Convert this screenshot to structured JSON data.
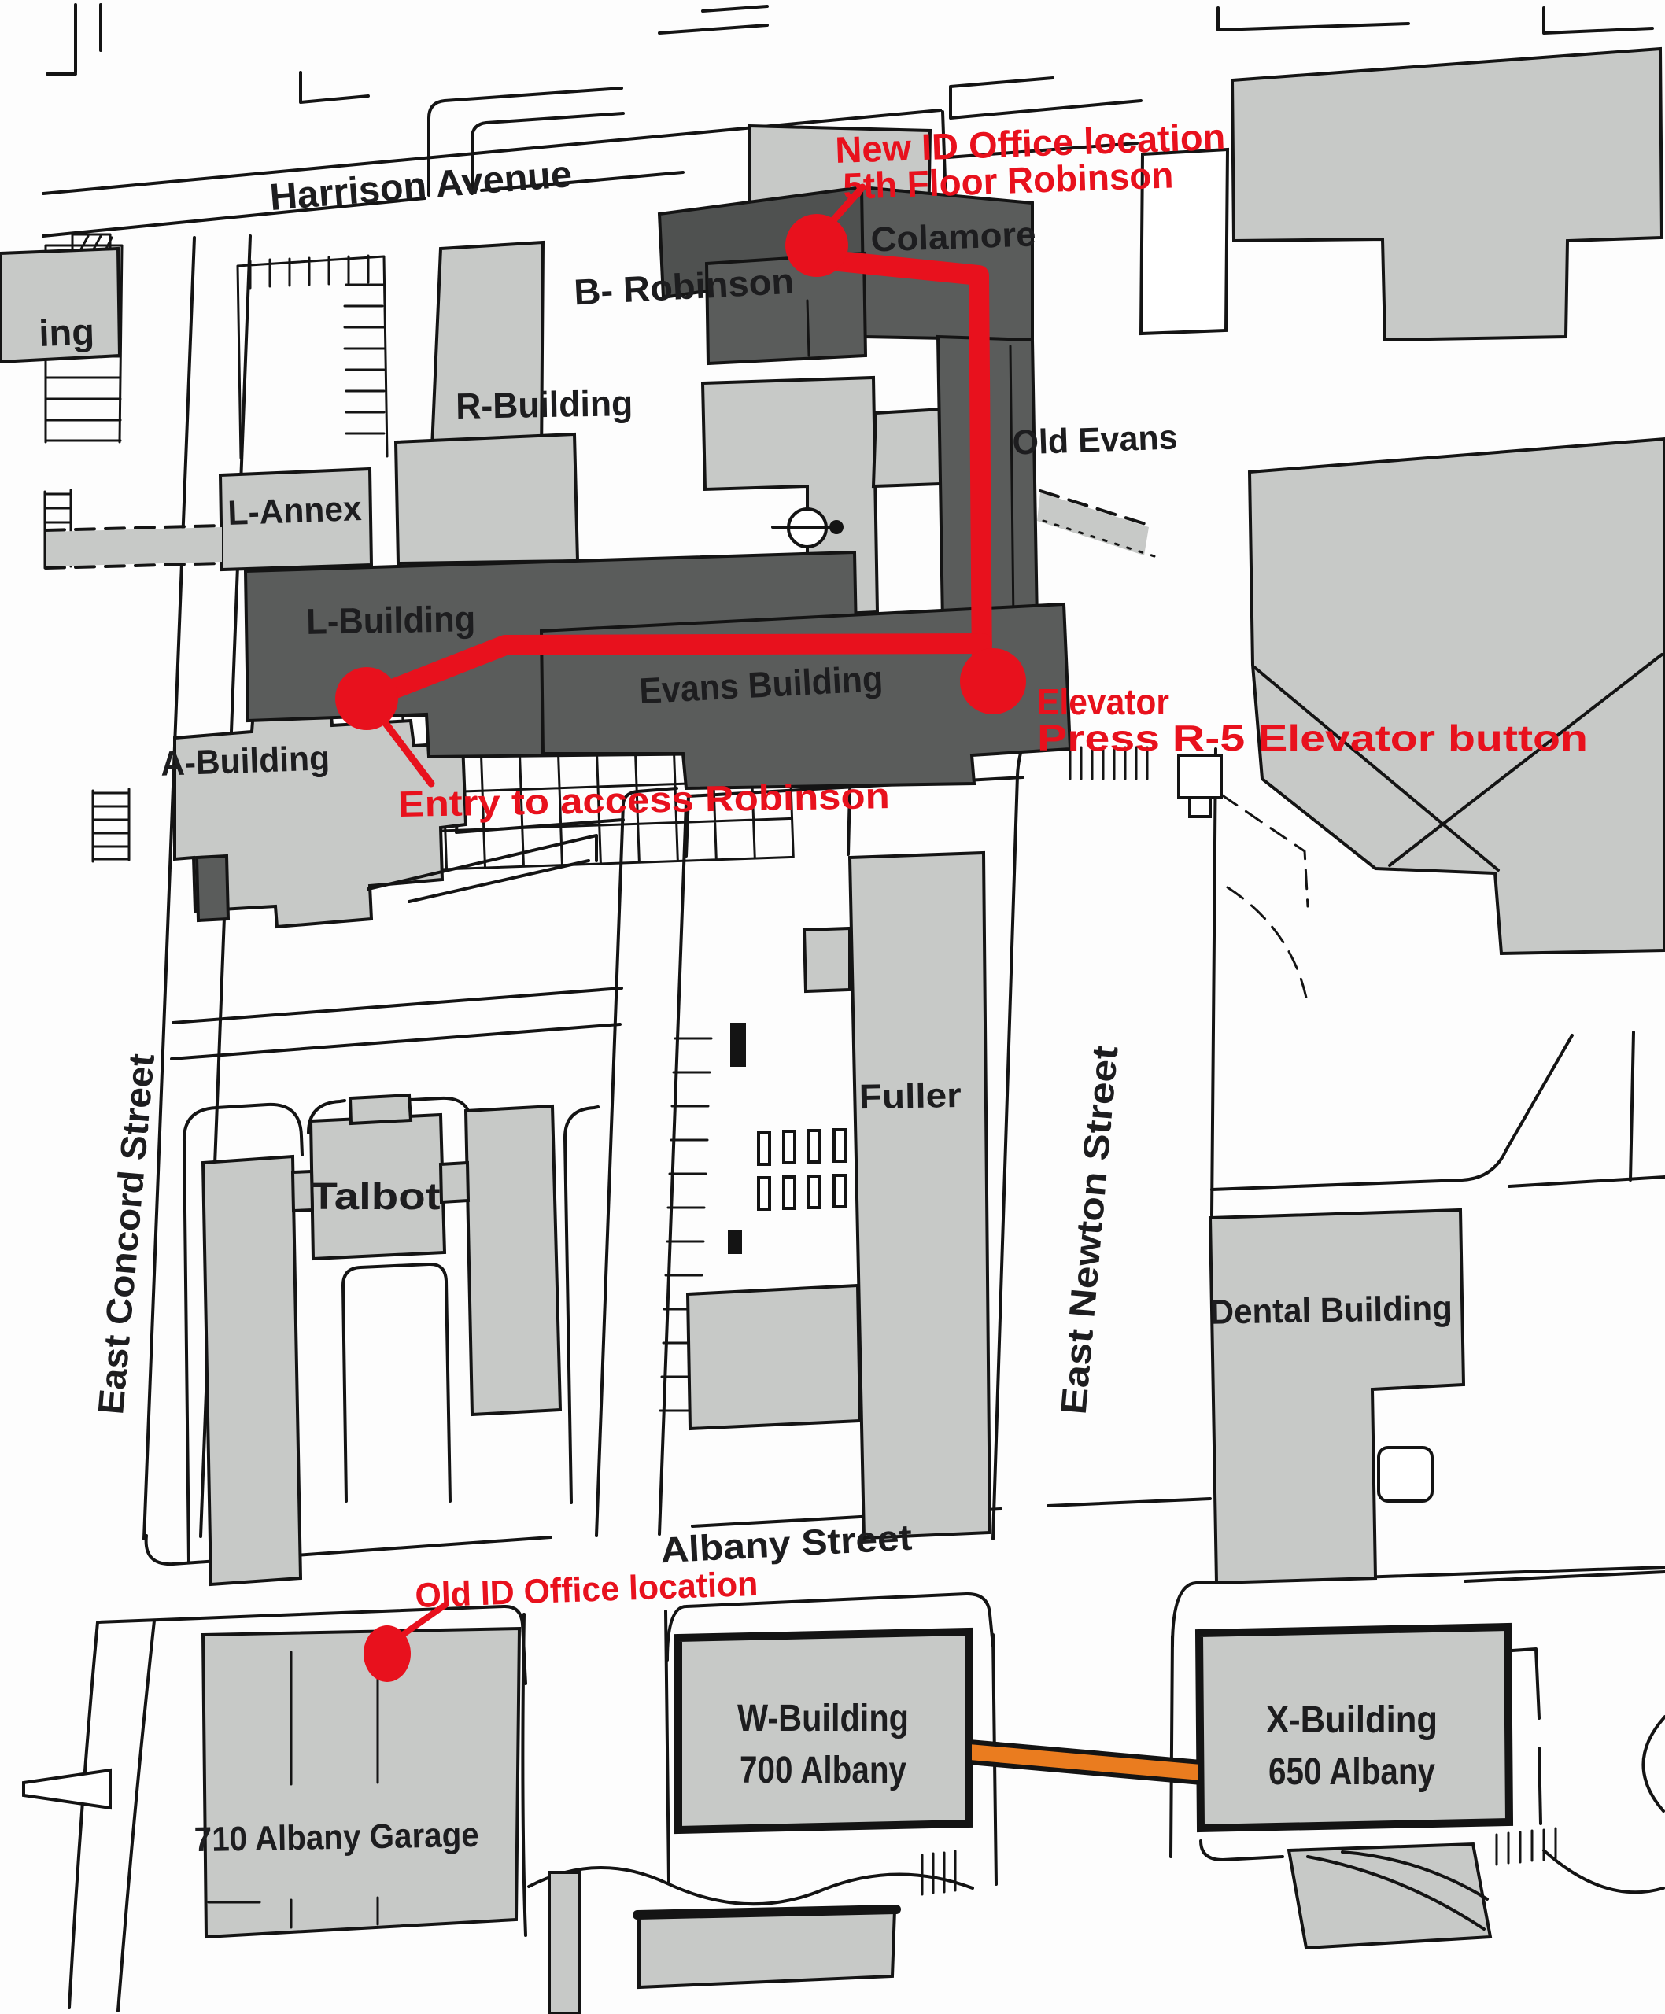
{
  "map": {
    "streets": {
      "harrison": "Harrison Avenue",
      "east_concord": "East Concord Street",
      "east_newton": "East Newton Street",
      "albany": "Albany Street"
    },
    "buildings": {
      "partial_left": "ing",
      "r_building": "R-Building",
      "b_robinson": "B- Robinson",
      "colamore": "Colamore",
      "old_evans": "Old Evans",
      "l_annex": "L-Annex",
      "l_building": "L-Building",
      "evans": "Evans Building",
      "a_building": "A-Building",
      "talbot": "Talbot",
      "fuller": "Fuller",
      "dental": "Dental Building",
      "garage_710": "710 Albany Garage",
      "w_building": "W-Building",
      "w_address": "700 Albany",
      "x_building": "X-Building",
      "x_address": "650 Albany"
    },
    "route_annotations": {
      "new_id_line1": "New ID Office location",
      "new_id_line2": "5th Floor Robinson",
      "elevator_line1": "Elevator",
      "elevator_line2": "Press R-5 Elevator button",
      "entry": "Entry to access Robinson",
      "old_id": "Old ID Office location"
    },
    "colors": {
      "route_red": "#e8111d",
      "bridge_orange": "#ea7c1f",
      "building_light": "#c7c9c7",
      "building_dark": "#5a5c5b",
      "robinson_dark": "#4f5150",
      "line_black": "#141414"
    }
  }
}
